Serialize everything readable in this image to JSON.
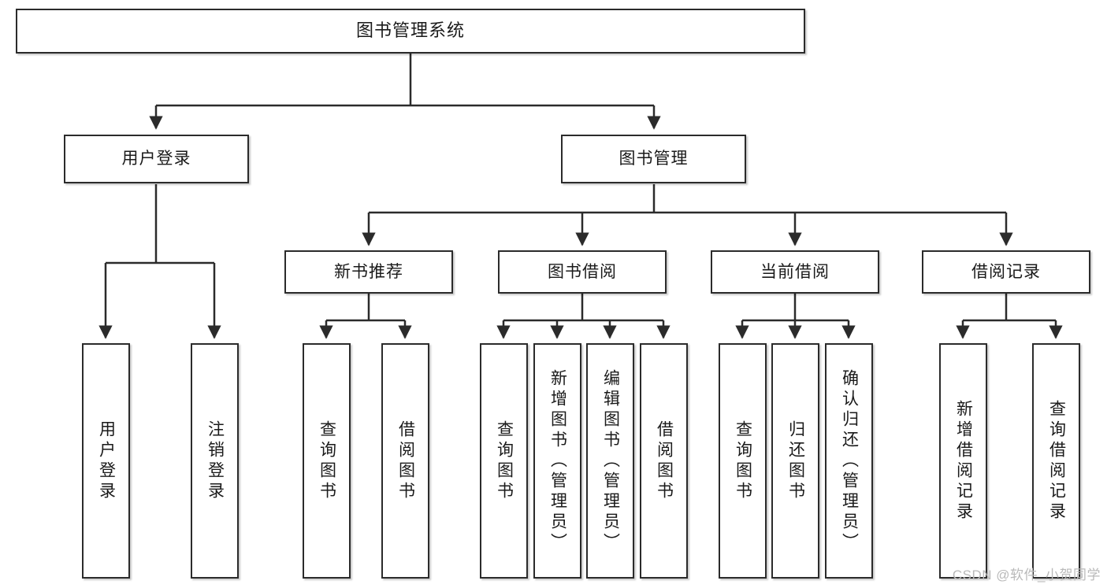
{
  "diagram": {
    "type": "tree",
    "title": "图书管理系统",
    "watermark": "CSDN @软件_小贺同学",
    "colors": {
      "box_border": "#2b2b2b",
      "box_fill": "#ffffff",
      "edge": "#2b2b2b",
      "text": "#1a1a1a",
      "watermark": "#b9b9b9"
    },
    "levels": {
      "root": "图书管理系统",
      "level2": [
        "用户登录",
        "图书管理"
      ],
      "level3": [
        "新书推荐",
        "图书借阅",
        "当前借阅",
        "借阅记录"
      ]
    },
    "nodes": {
      "root": {
        "label": "图书管理系统",
        "orientation": "horizontal"
      },
      "user_login": {
        "label": "用户登录",
        "orientation": "horizontal"
      },
      "book_manage": {
        "label": "图书管理",
        "orientation": "horizontal"
      },
      "new_book_rec": {
        "label": "新书推荐",
        "orientation": "horizontal"
      },
      "book_borrow": {
        "label": "图书借阅",
        "orientation": "horizontal"
      },
      "current_borrow": {
        "label": "当前借阅",
        "orientation": "horizontal"
      },
      "borrow_record": {
        "label": "借阅记录",
        "orientation": "horizontal"
      },
      "leaf_user_login": {
        "label": "用户登录",
        "orientation": "vertical"
      },
      "leaf_user_logout": {
        "label": "注销登录",
        "orientation": "vertical"
      },
      "leaf_rec_query": {
        "label": "查询图书",
        "orientation": "vertical"
      },
      "leaf_rec_borrow": {
        "label": "借阅图书",
        "orientation": "vertical"
      },
      "leaf_borrow_query": {
        "label": "查询图书",
        "orientation": "vertical"
      },
      "leaf_borrow_add": {
        "label": "新增图书（管理员）",
        "orientation": "vertical"
      },
      "leaf_borrow_edit": {
        "label": "编辑图书（管理员）",
        "orientation": "vertical"
      },
      "leaf_borrow_do": {
        "label": "借阅图书",
        "orientation": "vertical"
      },
      "leaf_cur_query": {
        "label": "查询图书",
        "orientation": "vertical"
      },
      "leaf_cur_return": {
        "label": "归还图书",
        "orientation": "vertical"
      },
      "leaf_cur_confirm": {
        "label": "确认归还（管理员）",
        "orientation": "vertical"
      },
      "leaf_rec_add": {
        "label": "新增借阅记录",
        "orientation": "vertical"
      },
      "leaf_rec_search": {
        "label": "查询借阅记录",
        "orientation": "vertical"
      }
    },
    "edges": [
      {
        "from": "root",
        "to": "user_login"
      },
      {
        "from": "root",
        "to": "book_manage"
      },
      {
        "from": "user_login",
        "to": "leaf_user_login"
      },
      {
        "from": "user_login",
        "to": "leaf_user_logout"
      },
      {
        "from": "book_manage",
        "to": "new_book_rec"
      },
      {
        "from": "book_manage",
        "to": "book_borrow"
      },
      {
        "from": "book_manage",
        "to": "current_borrow"
      },
      {
        "from": "book_manage",
        "to": "borrow_record"
      },
      {
        "from": "new_book_rec",
        "to": "leaf_rec_query"
      },
      {
        "from": "new_book_rec",
        "to": "leaf_rec_borrow"
      },
      {
        "from": "book_borrow",
        "to": "leaf_borrow_query"
      },
      {
        "from": "book_borrow",
        "to": "leaf_borrow_add"
      },
      {
        "from": "book_borrow",
        "to": "leaf_borrow_edit"
      },
      {
        "from": "book_borrow",
        "to": "leaf_borrow_do"
      },
      {
        "from": "current_borrow",
        "to": "leaf_cur_query"
      },
      {
        "from": "current_borrow",
        "to": "leaf_cur_return"
      },
      {
        "from": "current_borrow",
        "to": "leaf_cur_confirm"
      },
      {
        "from": "borrow_record",
        "to": "leaf_rec_add"
      },
      {
        "from": "borrow_record",
        "to": "leaf_rec_search"
      }
    ]
  }
}
